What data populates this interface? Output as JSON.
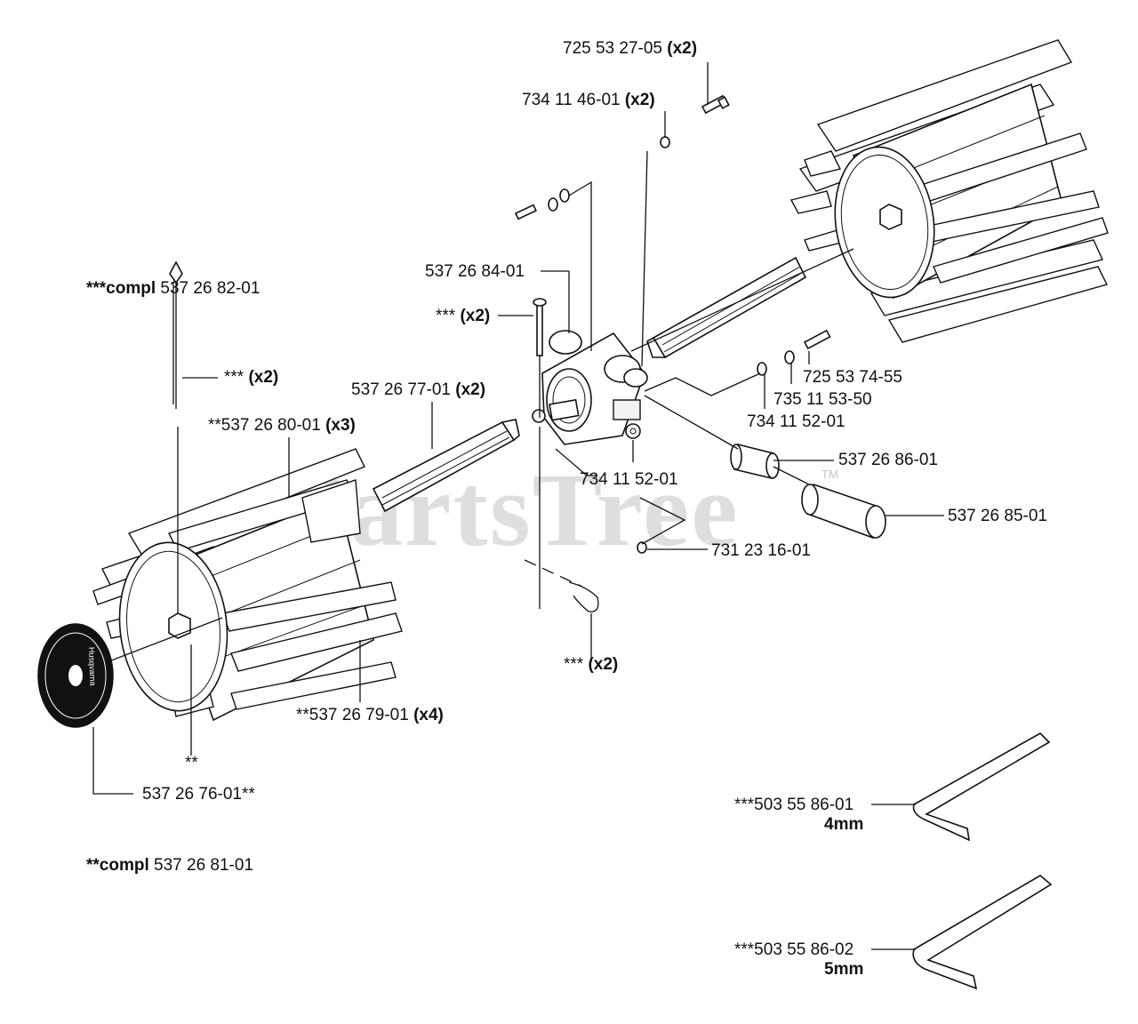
{
  "watermark": {
    "text": "PartsTree",
    "tm": "TM"
  },
  "labels": {
    "p725532705": "725 53 27-05",
    "p734114601": "734 11 46-01",
    "compl_3star": "***compl",
    "compl_3star_num": "537 26 82-01",
    "p537268401": "537 26 84-01",
    "star3_a": "***",
    "star3_b": "***",
    "star3_c": "***",
    "x2": "(x2)",
    "x3": "(x3)",
    "x4": "(x4)",
    "p537267701": "537 26 77-01",
    "p537268001": "**537 26 80-01",
    "p725537455": "725 53 74-55",
    "p735115350": "735 11 53-50",
    "p734115201_a": "734 11 52-01",
    "p537268601": "537 26 86-01",
    "p734115201_b": "734 11 52-01",
    "p537268501": "537 26 85-01",
    "p731231601": "731 23 16-01",
    "p537267901": "**537 26 79-01",
    "double_star": "**",
    "p537267601": "537 26 76-01**",
    "p503558601": "***503 55 86-01",
    "size_4mm": "4mm",
    "p503558602": "***503 55 86-02",
    "size_5mm": "5mm",
    "compl_2star": "**compl",
    "compl_2star_num": "537 26 81-01",
    "decal_text": "Husqvarna"
  }
}
